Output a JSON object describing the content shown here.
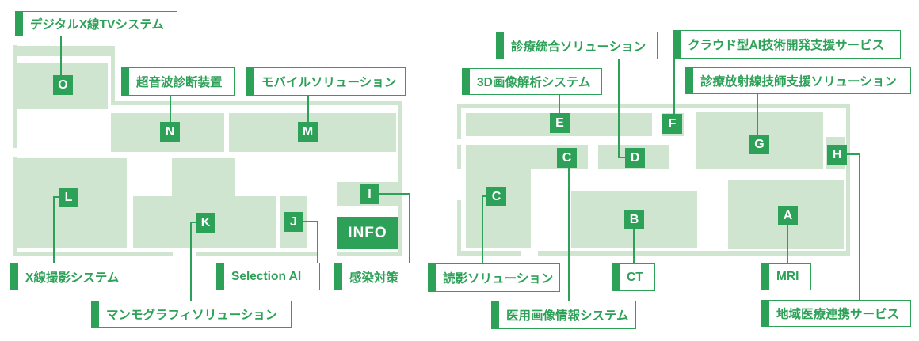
{
  "palette": {
    "accent_green": "#2ea158",
    "booth_light_green": "#cfe5d0",
    "background": "#ffffff"
  },
  "labels": {
    "digital_xray_tv": "デジタルX線TVシステム",
    "ultrasound": "超音波診断装置",
    "mobile_solution": "モバイルソリューション",
    "xray_imaging": "X線撮影システム",
    "mammography_solution": "マンモグラフィソリューション",
    "selection_ai": "Selection AI",
    "infection_control": "感染対策",
    "integrated_care_solution": "診療統合ソリューション",
    "cloud_ai_service": "クラウド型AI技術開発支援サービス",
    "image_3d_analysis": "3D画像解析システム",
    "radiographer_support_solution": "診療放射線技師支援ソリューション",
    "reading_solution": "読影ソリューション",
    "medical_image_info_system": "医用画像情報システム",
    "ct": "CT",
    "mri": "MRI",
    "regional_medical_service": "地域医療連携サービス"
  },
  "booths": {
    "a": "A",
    "b": "B",
    "c_upper": "C",
    "c_lower": "C",
    "d": "D",
    "e": "E",
    "f": "F",
    "g": "G",
    "h": "H",
    "i": "I",
    "j": "J",
    "k": "K",
    "l": "L",
    "m": "M",
    "n": "N",
    "o": "O"
  },
  "info_counter": "INFO"
}
